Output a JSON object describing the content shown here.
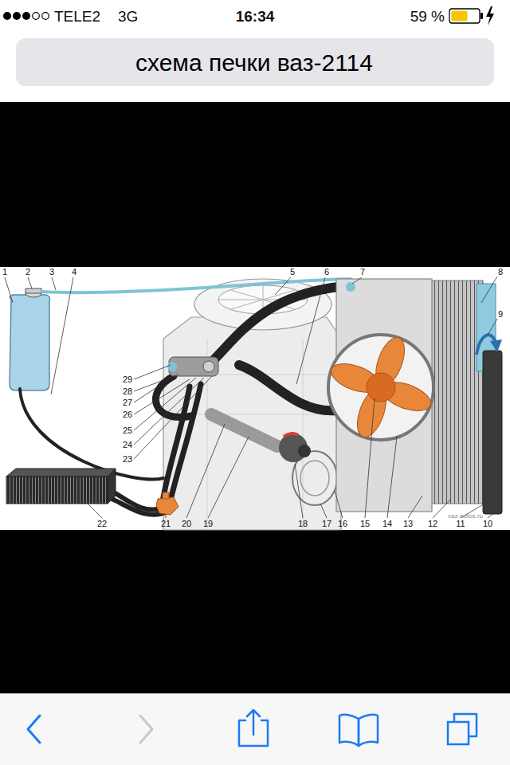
{
  "diagram": {
    "nodes": [
      {
        "text": [
          "схема печки ваз-2114"
        ]
      }
    ],
    "labels": [
      "TELE2",
      "3G",
      "16:34",
      "59 %",
      "1",
      "2",
      "3",
      "4",
      "5",
      "6",
      "7",
      "8",
      "9",
      "10",
      "11",
      "12",
      "13",
      "14",
      "15",
      "16",
      "17",
      "18",
      "19",
      "20",
      "21",
      "22",
      "23",
      "24",
      "25",
      "26",
      "27",
      "28",
      "29",
      "vaz-autos.ru"
    ]
  }
}
